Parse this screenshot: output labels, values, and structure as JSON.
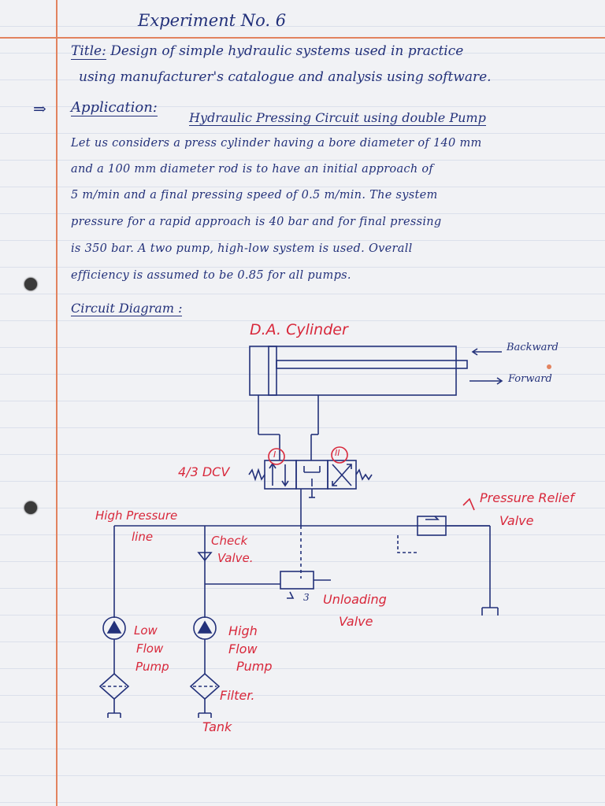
{
  "header": {
    "experiment": "Experiment No. 6"
  },
  "title": {
    "label": "Title:",
    "line1": "Design of simple hydraulic systems used in practice",
    "line2": "using manufacturer's catalogue and analysis using software."
  },
  "application": {
    "arrow": "⇒",
    "label": "Application:",
    "value": "Hydraulic Pressing Circuit using double Pump"
  },
  "paragraph": [
    "Let us considers a press cylinder having a bore diameter of 140 mm",
    "and a 100 mm diameter rod is to have an initial approach of",
    "5 m/min and a final pressing speed of 0.5 m/min. The system",
    "pressure for a rapid approach is 40 bar and for final pressing",
    "is 350 bar. A two pump, high-low system is used. Overall",
    "efficiency is assumed to be 0.85 for all pumps."
  ],
  "circuit_heading": "Circuit Diagram :",
  "diagram": {
    "cylinder_label": "D.A. Cylinder",
    "backward": "Backward",
    "forward": "Forward",
    "dcv_label": "4/3 DCV",
    "pos_1": "I",
    "pos_2": "II",
    "prv_label_1": "Pressure Relief",
    "prv_label_2": "Valve",
    "hp_line_1": "High Pressure",
    "hp_line_2": "line",
    "check_1": "Check",
    "check_2": "Valve.",
    "unload_1": "Unloading",
    "unload_2": "Valve",
    "unload_num": "3",
    "low_1": "Low",
    "low_2": "Flow",
    "low_3": "Pump",
    "high_1": "High",
    "high_2": "Flow",
    "high_3": "Pump",
    "filter": "Filter.",
    "tank": "Tank"
  },
  "colors": {
    "ink": "#23317a",
    "red_ink": "#d8283b",
    "margin": "#e2835f",
    "paper": "#f1f2f5"
  }
}
